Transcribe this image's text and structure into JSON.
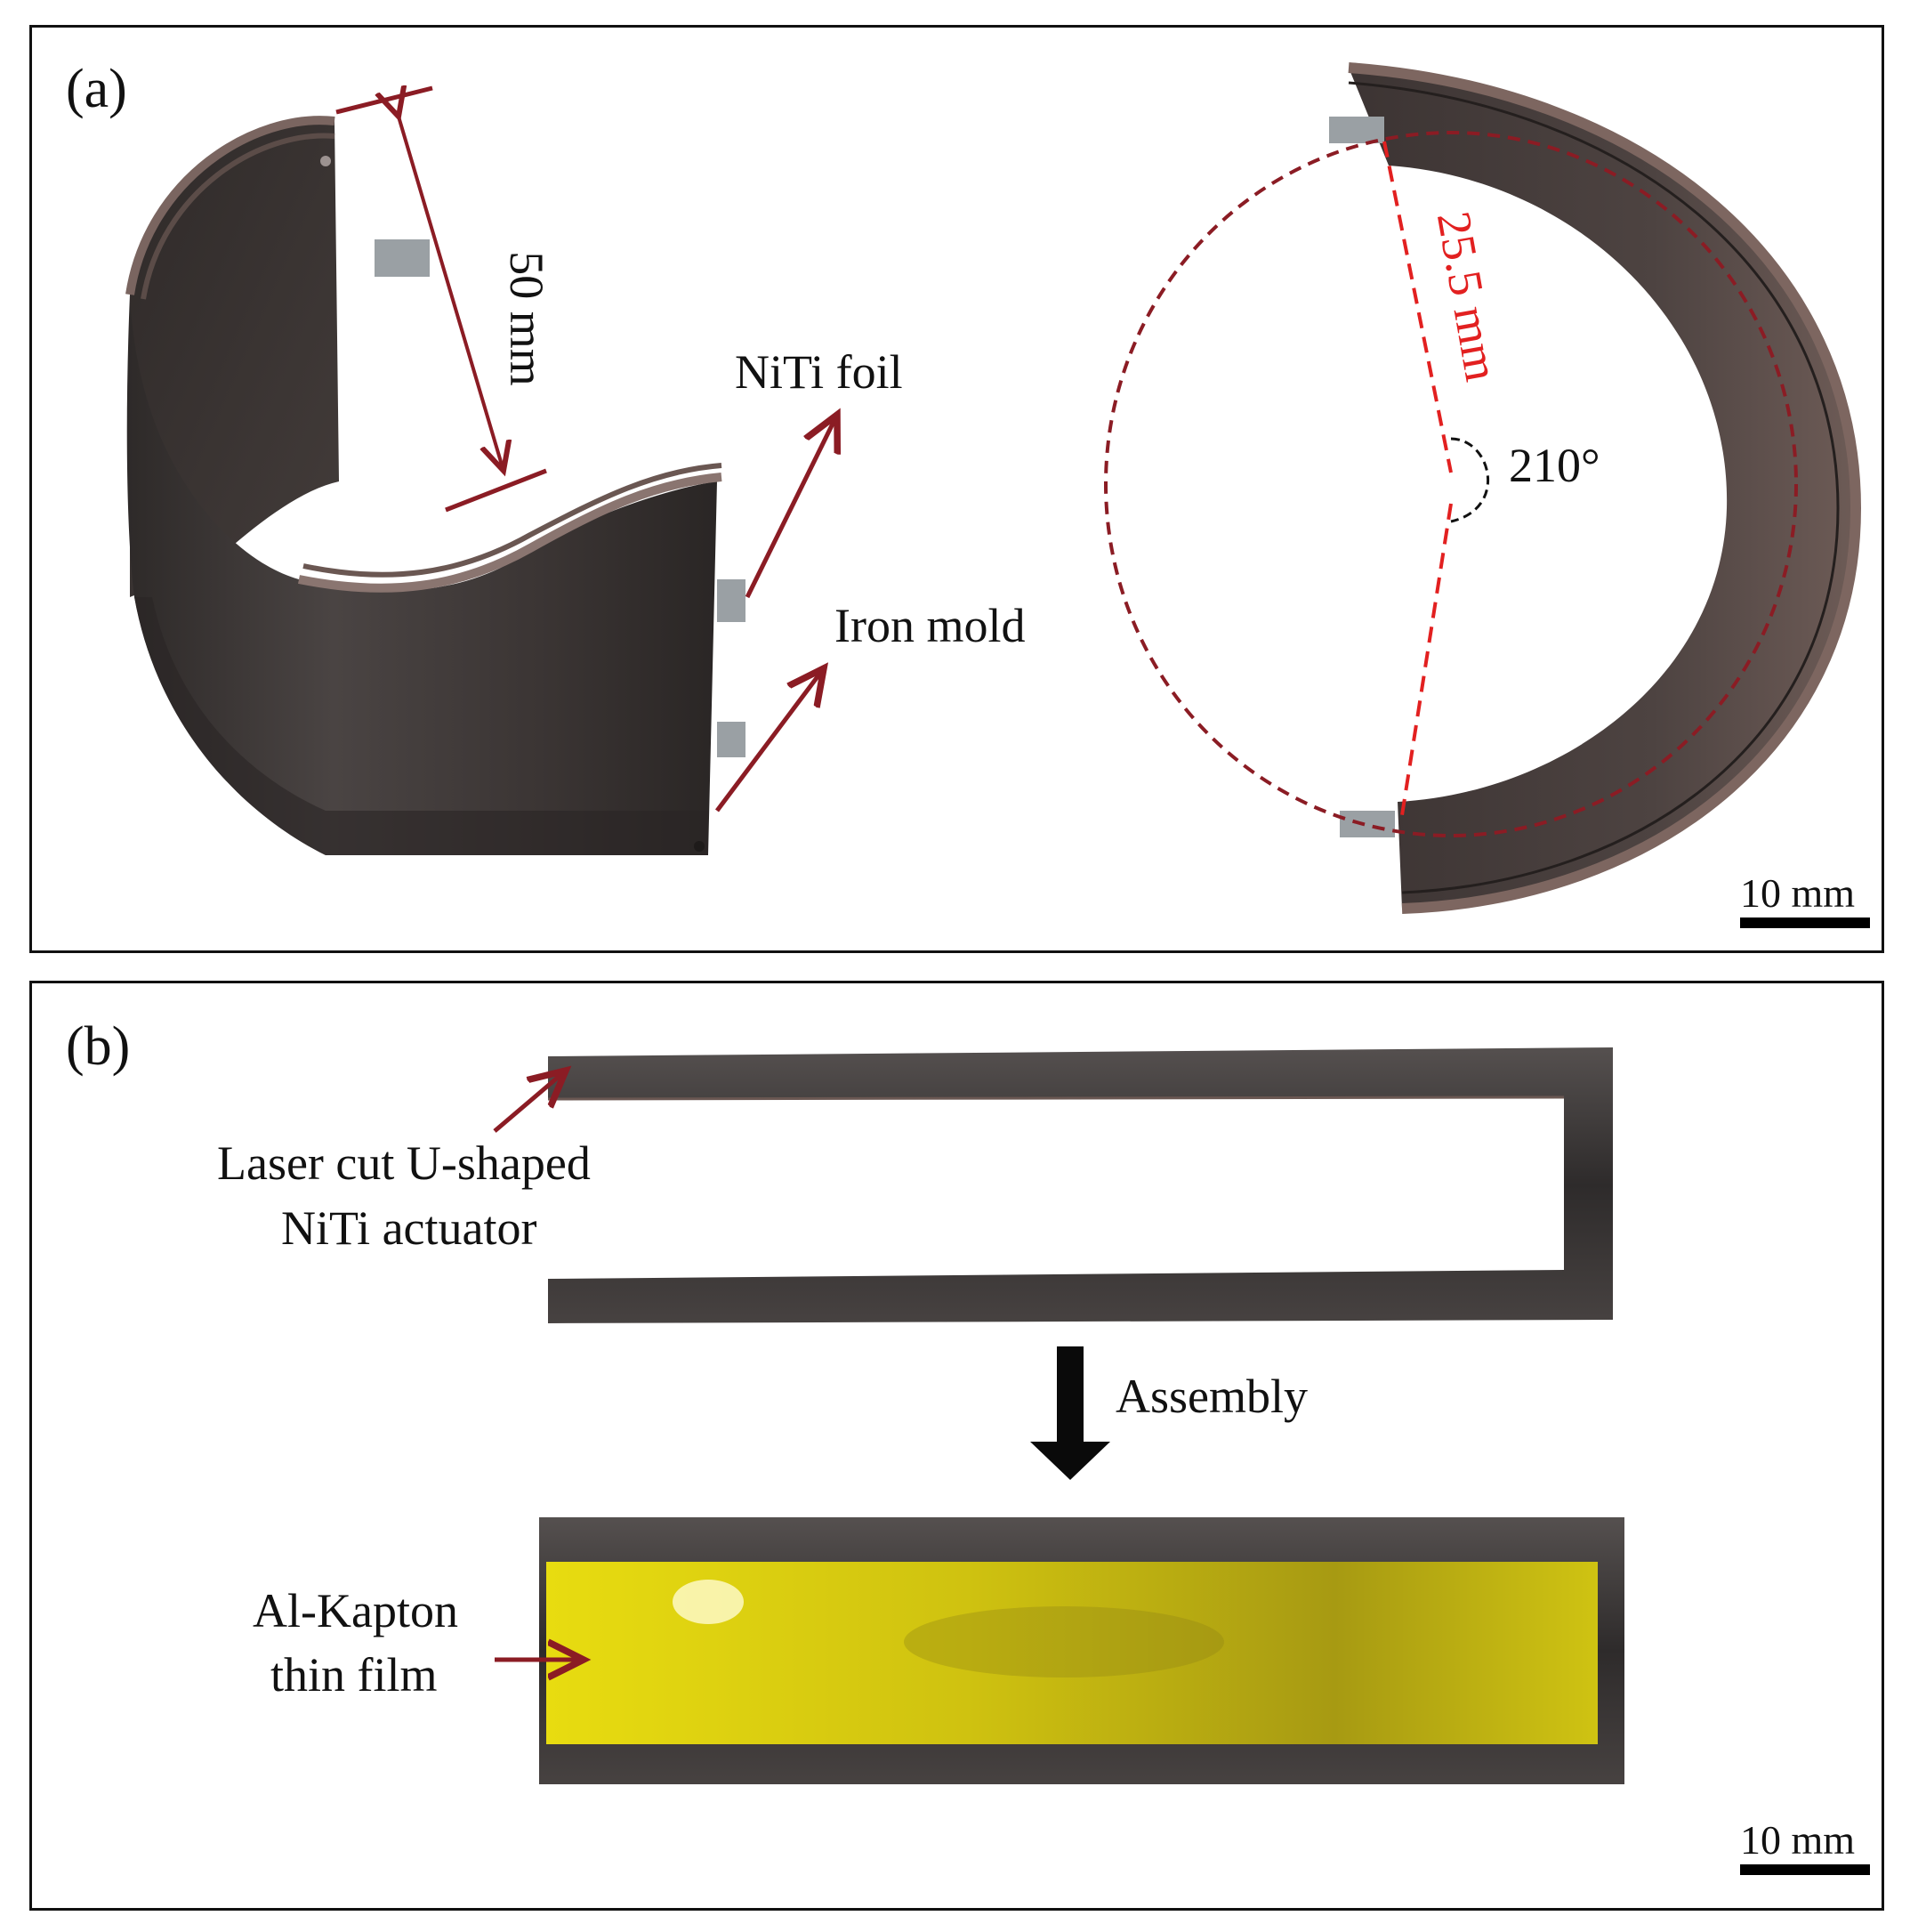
{
  "panel_a": {
    "label": "(a)",
    "dimension_height": "50 mm",
    "niti_foil": "NiTi foil",
    "iron_mold": "Iron mold",
    "radius": "25.5 mm",
    "angle": "210°",
    "scale_bar": "10 mm"
  },
  "panel_b": {
    "label": "(b)",
    "actuator_label_line1": "Laser cut U-shaped",
    "actuator_label_line2": "NiTi actuator",
    "assembly": "Assembly",
    "film_label_line1": "Al-Kapton",
    "film_label_line2": "thin film",
    "scale_bar": "10 mm"
  },
  "colors": {
    "annotation_arrow": "#8b1c24",
    "radius_line": "#e22020",
    "metal_dark": "#3a3433",
    "metal_edge": "#7a6560",
    "kapton": "#d6cc10"
  }
}
